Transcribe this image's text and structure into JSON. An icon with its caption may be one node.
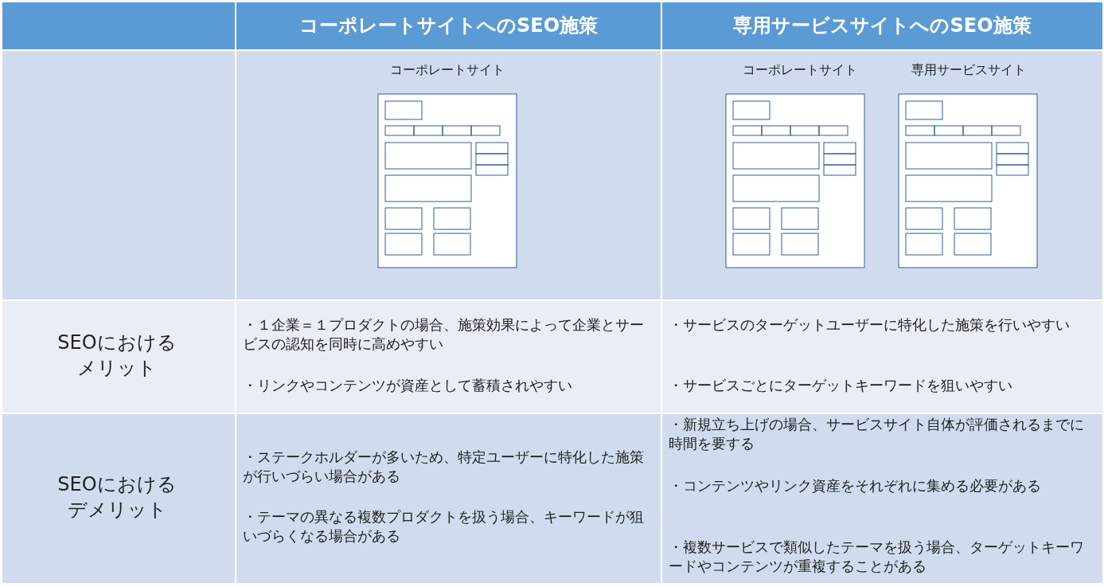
{
  "diagram": {
    "labels": [
      "コーポレートサイトへのSEO施策",
      "専用サービスサイトへのSEO施策",
      "コーポレートサイト",
      "コーポレートサイト",
      "専用サービスサイト",
      "SEOにおけるメリット",
      "・１企業＝１プロダクトの場合、施策効果によって企業とサービスの認知を同時に高めやすい",
      "・リンクやコンテンツが資産として蓄積されやすい",
      "・サービスのターゲットユーザーに特化した施策を行いやすい",
      "・サービスごとにターゲットキーワードを狙いやすい",
      "SEOにおけるデメリット",
      "・ステークホルダーが多いため、特定ユーザーに特化した施策が行いづらい場合がある",
      "・テーマの異なる複数プロダクトを扱う場合、キーワードが狙いづらくなる場合がある",
      "・新規立ち上げの場合、サービスサイト自体が評価されるまでに時間を要する",
      "・コンテンツやリンク資産をそれぞれに集める必要がある",
      "・複数サービスで類似したテーマを扱う場合、ターゲットキーワードやコンテンツが重複することがある"
    ]
  }
}
